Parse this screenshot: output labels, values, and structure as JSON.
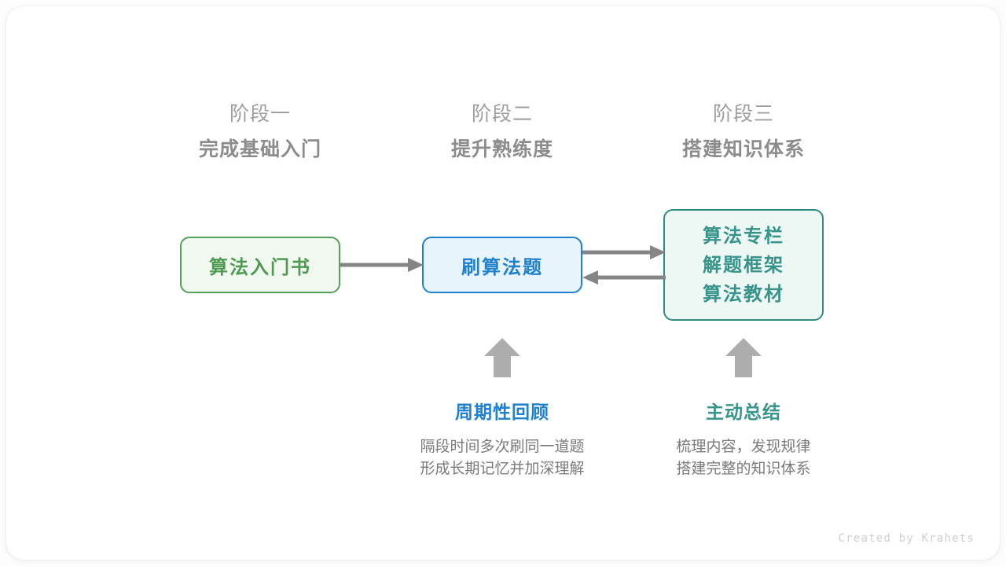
{
  "credit": "Created by Krahets",
  "colors": {
    "arrow_gray": "#858585",
    "green": "#4e9a51",
    "green_border": "#55a058",
    "green_fill": "#f1f8f0",
    "blue": "#1f80cf",
    "blue_fill": "#e8f4fc",
    "teal": "#37948a",
    "teal_border": "#2f8a80",
    "teal_fill": "#edf7f4",
    "heading_gray": "#9e9e9e",
    "body_gray": "#7a7a7a",
    "credit_gray": "#cfcfcf"
  },
  "stages": [
    {
      "number": "阶段一",
      "title": "完成基础入门"
    },
    {
      "number": "阶段二",
      "title": "提升熟练度"
    },
    {
      "number": "阶段三",
      "title": "搭建知识体系"
    }
  ],
  "nodes": {
    "book": {
      "label": "算法入门书"
    },
    "practice": {
      "label": "刷算法题"
    },
    "resources": {
      "lines": [
        "算法专栏",
        "解题框架",
        "算法教材"
      ]
    }
  },
  "arrows": [
    {
      "name": "book-to-practice",
      "direction": "right"
    },
    {
      "name": "practice-to-resources",
      "direction": "right"
    },
    {
      "name": "resources-to-practice",
      "direction": "left"
    },
    {
      "name": "review-up",
      "direction": "up"
    },
    {
      "name": "summary-up",
      "direction": "up"
    }
  ],
  "notes": [
    {
      "title": "周期性回顾",
      "lines": [
        "隔段时间多次刷同一道题",
        "形成长期记忆并加深理解"
      ]
    },
    {
      "title": "主动总结",
      "lines": [
        "梳理内容，发现规律",
        "搭建完整的知识体系"
      ]
    }
  ]
}
